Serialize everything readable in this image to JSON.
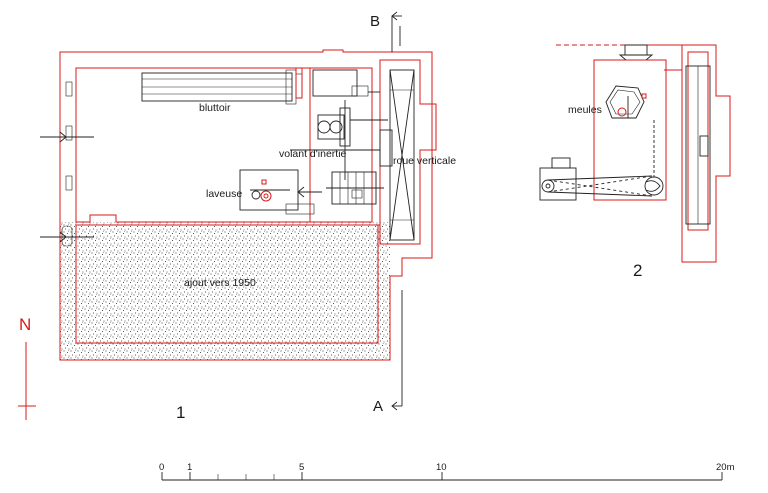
{
  "labels": {
    "bluttoir": "bluttoir",
    "volant": "volant d'inertie",
    "roue": "roue verticale",
    "laveuse": "laveuse",
    "ajout": "ajout vers 1950",
    "meules": "meules",
    "plan1": "1",
    "plan2": "2",
    "section_a": "A",
    "section_b": "B",
    "north": "N"
  },
  "scale": {
    "ticks": [
      "0",
      "1",
      "5",
      "10",
      "20m"
    ]
  },
  "colors": {
    "walls": "#d81b1b",
    "machinery": "#222222",
    "north": "#d81b1b"
  }
}
